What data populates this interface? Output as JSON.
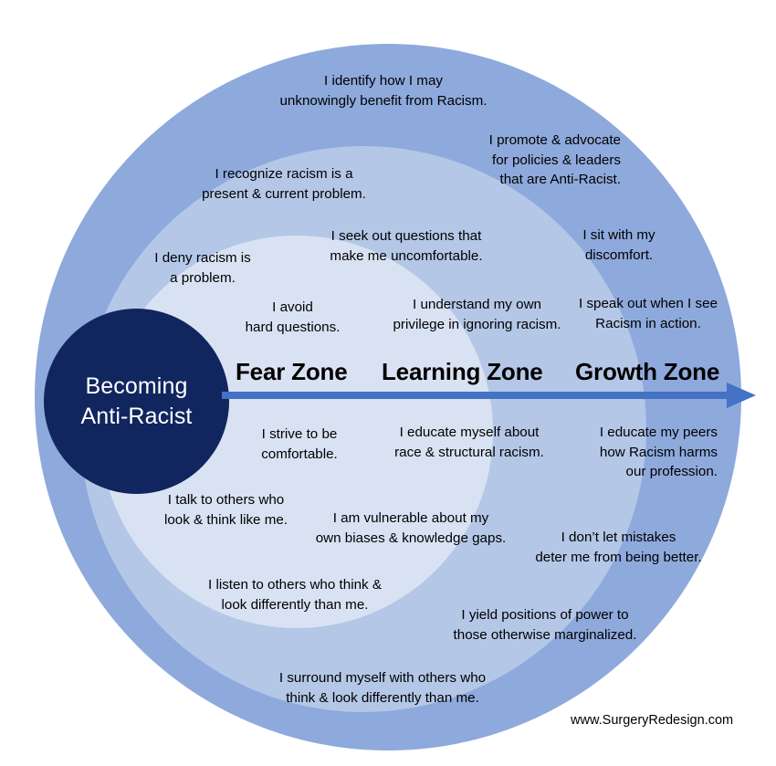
{
  "title": "Becoming Anti-Racist",
  "colors": {
    "core": "#11265E",
    "fear_zone": "#D9E2F3",
    "learning_zone": "#B4C7E7",
    "growth_zone": "#8EA9DC",
    "arrow": "#4472C4",
    "background": "#FFFFFF",
    "text": "#000000"
  },
  "core": {
    "line1": "Becoming",
    "line2": "Anti-Racist"
  },
  "zones": [
    {
      "id": "fear",
      "label": "Fear Zone"
    },
    {
      "id": "learning",
      "label": "Learning Zone"
    },
    {
      "id": "growth",
      "label": "Growth Zone"
    }
  ],
  "statements": {
    "fear": [
      {
        "id": "deny",
        "line1": "I deny racism is",
        "line2": "a problem.",
        "line3": ""
      },
      {
        "id": "avoid",
        "line1": "I avoid",
        "line2": "hard questions.",
        "line3": ""
      },
      {
        "id": "strive",
        "line1": "I strive to be",
        "line2": "comfortable.",
        "line3": ""
      },
      {
        "id": "talk",
        "line1": "I talk to others who",
        "line2": "look & think like me.",
        "line3": ""
      }
    ],
    "learning": [
      {
        "id": "recognize",
        "line1": "I recognize racism is a",
        "line2": "present & current problem.",
        "line3": ""
      },
      {
        "id": "seekout",
        "line1": "I seek out questions that",
        "line2": "make me uncomfortable.",
        "line3": ""
      },
      {
        "id": "understand",
        "line1": "I  understand my own",
        "line2": "privilege in ignoring racism.",
        "line3": ""
      },
      {
        "id": "educate",
        "line1": "I educate myself about",
        "line2": "race & structural racism.",
        "line3": ""
      },
      {
        "id": "vulnerable",
        "line1": "I  am vulnerable about my",
        "line2": "own biases & knowledge gaps.",
        "line3": ""
      },
      {
        "id": "listen",
        "line1": "I listen to others who think &",
        "line2": "look differently than me.",
        "line3": ""
      }
    ],
    "growth": [
      {
        "id": "identify",
        "line1": "I  identify how I may",
        "line2": "unknowingly benefit from Racism.",
        "line3": ""
      },
      {
        "id": "promote",
        "line1": "I promote & advocate",
        "line2": "for policies & leaders",
        "line3": "that are Anti-Racist."
      },
      {
        "id": "sit",
        "line1": "I sit with my",
        "line2": "discomfort.",
        "line3": ""
      },
      {
        "id": "speakout",
        "line1": "I  speak out when I see",
        "line2": "Racism in action.",
        "line3": ""
      },
      {
        "id": "peers",
        "line1": "I educate my peers",
        "line2": "how Racism harms",
        "line3": "our profession."
      },
      {
        "id": "mistakes",
        "line1": "I don’t let mistakes",
        "line2": "deter me from being better.",
        "line3": ""
      },
      {
        "id": "yield",
        "line1": "I yield positions of power to",
        "line2": "those otherwise marginalized.",
        "line3": ""
      },
      {
        "id": "surround",
        "line1": "I  surround myself with others who",
        "line2": "think & look differently than me.",
        "line3": ""
      }
    ]
  },
  "credit": "www.SurgeryRedesign.com"
}
